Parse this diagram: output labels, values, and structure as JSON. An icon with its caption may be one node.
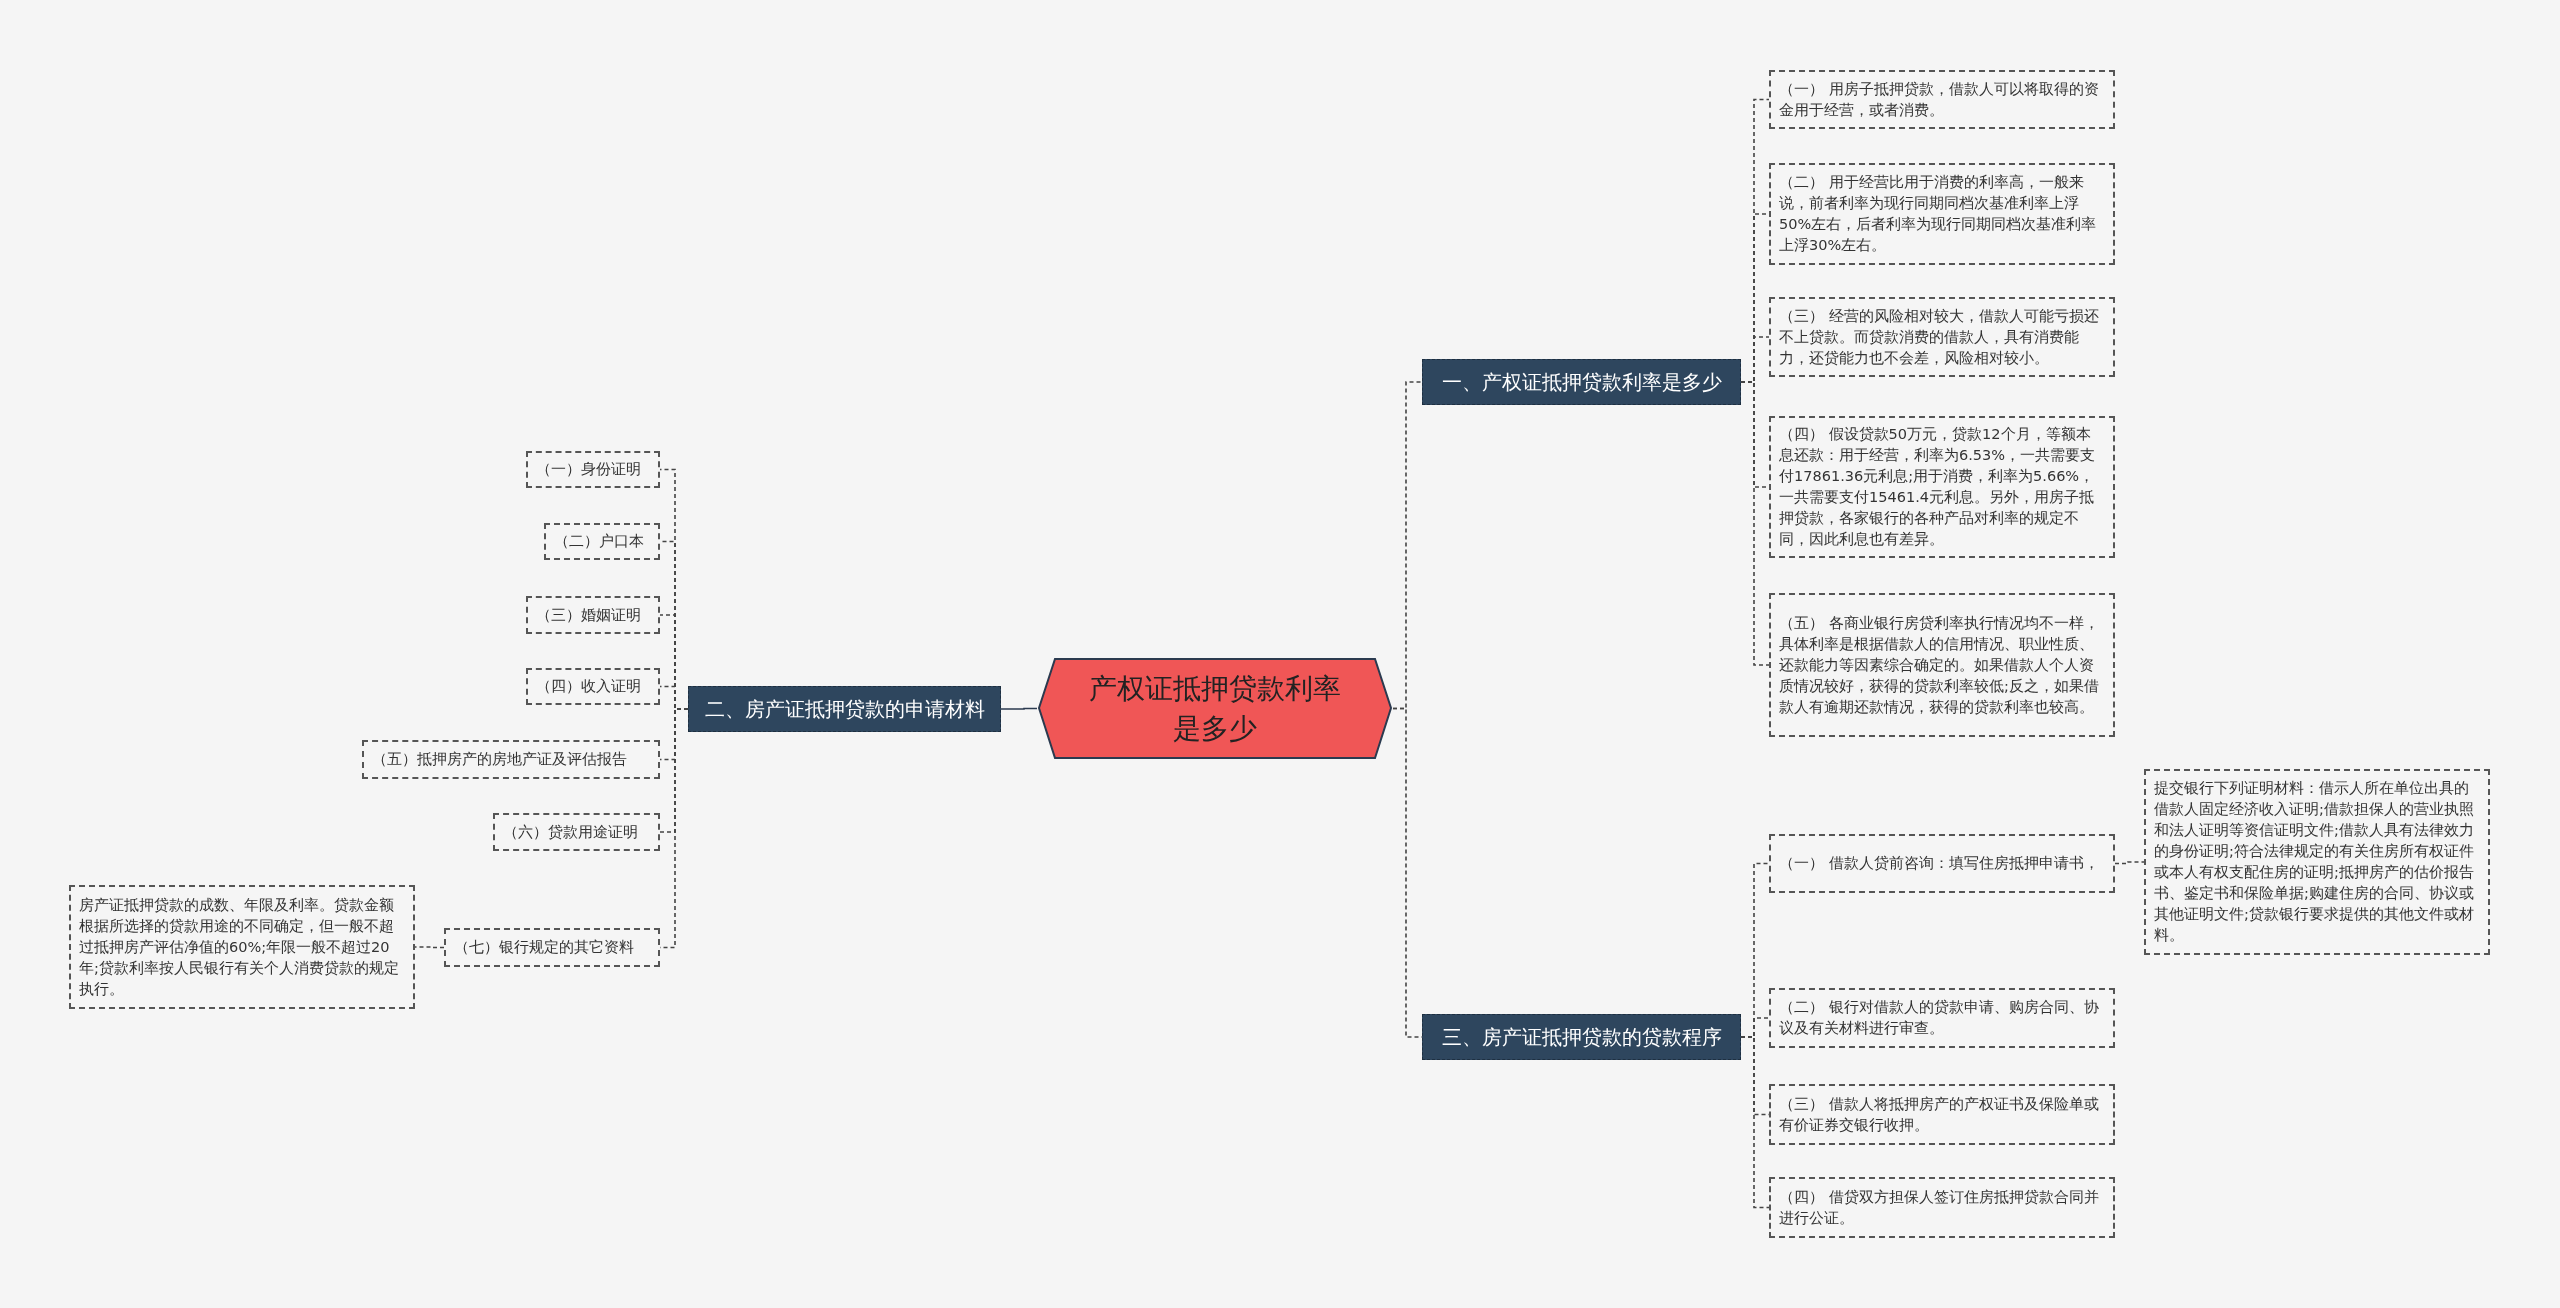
{
  "diagram": {
    "nodes": [
      {
        "text": [
          "产权证抵押贷款利率是多少"
        ]
      },
      {
        "text": [
          "一、产权证抵押贷款利率是多少"
        ]
      },
      {
        "text": [
          "（一） 用房子抵押贷款，借款人可以将取得的资金用于经营，或者消费。"
        ]
      },
      {
        "text": [
          "（二） 用于经营比用于消费的利率高，一般来说，前者利率为现行同期同档次基准利率上浮50%左右，后者利率为现行同期同档次基准利率上浮30%左右。"
        ]
      },
      {
        "text": [
          "（三） 经营的风险相对较大，借款人可能亏损还不上贷款。而贷款消费的借款人，具有消费能力，还贷能力也不会差，风险相对较小。"
        ]
      },
      {
        "text": [
          "（四） 假设贷款50万元，贷款12个月，等额本息还款：用于经营，利率为6.53%，一共需要支付17861.36元利息;用于消费，利率为5.66%，一共需要支付15461.4元利息。另外，用房子抵押贷款，各家银行的各种产品对利率的规定不同，因此利息也有差异。"
        ]
      },
      {
        "text": [
          "（五） 各商业银行房贷利率执行情况均不一样，具体利率是根据借款人的信用情况、职业性质、还款能力等因素综合确定的。如果借款人个人资质情况较好，获得的贷款利率较低;反之，如果借款人有逾期还款情况，获得的贷款利率也较高。"
        ]
      },
      {
        "text": [
          "二、房产证抵押贷款的申请材料"
        ]
      },
      {
        "text": [
          "（一）身份证明"
        ]
      },
      {
        "text": [
          "（二）户口本"
        ]
      },
      {
        "text": [
          "（三）婚姻证明"
        ]
      },
      {
        "text": [
          "（四）收入证明"
        ]
      },
      {
        "text": [
          "（五）抵押房产的房地产证及评估报告"
        ]
      },
      {
        "text": [
          "（六）贷款用途证明"
        ]
      },
      {
        "text": [
          "（七）银行规定的其它资料"
        ]
      },
      {
        "text": [
          "房产证抵押贷款的成数、年限及利率。贷款金额根据所选择的贷款用途的不同确定，但一般不超过抵押房产评估净值的60%;年限一般不超过20年;贷款利率按人民银行有关个人消费贷款的规定执行。"
        ]
      },
      {
        "text": [
          "三、房产证抵押贷款的贷款程序"
        ]
      },
      {
        "text": [
          "（一） 借款人贷前咨询：填写住房抵押申请书，"
        ]
      },
      {
        "text": [
          "提交银行下列证明材料：借示人所在单位出具的借款人固定经济收入证明;借款担保人的营业执照和法人证明等资信证明文件;借款人具有法律效力的身份证明;符合法律规定的有关住房所有权证件或本人有权支配住房的证明;抵押房产的估价报告书、鉴定书和保险单据;购建住房的合同、协议或其他证明文件;贷款银行要求提供的其他文件或材料。"
        ]
      },
      {
        "text": [
          "（二） 银行对借款人的贷款申请、购房合同、协议及有关材料进行审查。"
        ]
      },
      {
        "text": [
          "（三） 借款人将抵押房产的产权证书及保险单或有价证券交银行收押。"
        ]
      },
      {
        "text": [
          "（四） 借贷双方担保人签订住房抵押贷款合同并进行公证。"
        ]
      }
    ],
    "edges": [
      {
        "from": 0,
        "to": 1,
        "arrow": "none",
        "style": "dashed"
      },
      {
        "from": 0,
        "to": 7,
        "arrow": "none"
      },
      {
        "from": 0,
        "to": 16,
        "arrow": "none",
        "style": "dashed"
      },
      {
        "from": 1,
        "to": 2,
        "arrow": "none",
        "style": "dashed"
      },
      {
        "from": 1,
        "to": 3,
        "arrow": "none",
        "style": "dashed"
      },
      {
        "from": 1,
        "to": 4,
        "arrow": "none",
        "style": "dashed"
      },
      {
        "from": 1,
        "to": 5,
        "arrow": "none",
        "style": "dashed"
      },
      {
        "from": 1,
        "to": 6,
        "arrow": "none",
        "style": "dashed"
      },
      {
        "from": 7,
        "to": 8,
        "arrow": "none",
        "style": "dashed"
      },
      {
        "from": 7,
        "to": 9,
        "arrow": "none",
        "style": "dashed"
      },
      {
        "from": 7,
        "to": 10,
        "arrow": "none",
        "style": "dashed"
      },
      {
        "from": 7,
        "to": 11,
        "arrow": "none",
        "style": "dashed"
      },
      {
        "from": 7,
        "to": 12,
        "arrow": "none",
        "style": "dashed"
      },
      {
        "from": 7,
        "to": 13,
        "arrow": "none",
        "style": "dashed"
      },
      {
        "from": 7,
        "to": 14,
        "arrow": "none",
        "style": "dashed"
      },
      {
        "from": 14,
        "to": 15,
        "arrow": "none",
        "style": "dashed"
      },
      {
        "from": 16,
        "to": 17,
        "arrow": "none",
        "style": "dashed"
      },
      {
        "from": 17,
        "to": 18,
        "arrow": "none",
        "style": "dashed"
      },
      {
        "from": 16,
        "to": 19,
        "arrow": "none",
        "style": "dashed"
      },
      {
        "from": 16,
        "to": 20,
        "arrow": "none",
        "style": "dashed"
      },
      {
        "from": 16,
        "to": 21,
        "arrow": "none",
        "style": "dashed"
      }
    ]
  }
}
